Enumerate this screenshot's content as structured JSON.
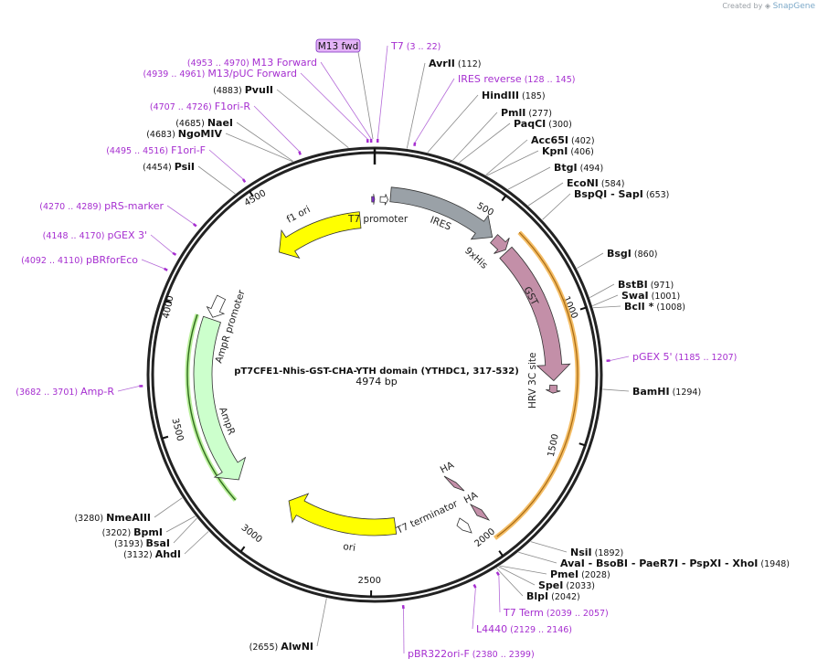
{
  "header": {
    "created_by": "Created by",
    "brand": "SnapGene"
  },
  "plasmid": {
    "name": "pT7CFE1-Nhis-GST-CHA-YTH domain (YTHDC1, 317-532)",
    "size_label": "4974 bp",
    "length": 4974
  },
  "highlight_primer": "M13 fwd",
  "ticks": [
    "500",
    "1000",
    "1500",
    "2000",
    "2500",
    "3000",
    "3500",
    "4000",
    "4500"
  ],
  "sites": [
    {
      "name": "AvrII",
      "pos": "(112)"
    },
    {
      "name": "HindIII",
      "pos": "(185)"
    },
    {
      "name": "PmlI",
      "pos": "(277)"
    },
    {
      "name": "PaqCI",
      "pos": "(300)"
    },
    {
      "name": "Acc65I",
      "pos": "(402)"
    },
    {
      "name": "KpnI",
      "pos": "(406)"
    },
    {
      "name": "BtgI",
      "pos": "(494)"
    },
    {
      "name": "EcoNI",
      "pos": "(584)"
    },
    {
      "name": "BspQI - SapI",
      "pos": "(653)"
    },
    {
      "name": "BsgI",
      "pos": "(860)"
    },
    {
      "name": "BstBI",
      "pos": "(971)"
    },
    {
      "name": "SwaI",
      "pos": "(1001)"
    },
    {
      "name": "BclI *",
      "pos": "(1008)"
    },
    {
      "name": "BamHI",
      "pos": "(1294)"
    },
    {
      "name": "NsiI",
      "pos": "(1892)"
    },
    {
      "name": "AvaI - BsoBI - PaeR7I - PspXI - XhoI",
      "pos": "(1948)"
    },
    {
      "name": "PmeI",
      "pos": "(2028)"
    },
    {
      "name": "SpeI",
      "pos": "(2033)"
    },
    {
      "name": "BlpI",
      "pos": "(2042)"
    },
    {
      "name": "AlwNI",
      "pos": "(2655)"
    },
    {
      "name": "AhdI",
      "pos": "(3132)"
    },
    {
      "name": "BsaI",
      "pos": "(3193)"
    },
    {
      "name": "BpmI",
      "pos": "(3202)"
    },
    {
      "name": "NmeAIII",
      "pos": "(3280)"
    },
    {
      "name": "PsiI",
      "pos": "(4454)"
    },
    {
      "name": "NgoMIV",
      "pos": "(4683)"
    },
    {
      "name": "NaeI",
      "pos": "(4685)"
    },
    {
      "name": "PvuII",
      "pos": "(4883)"
    }
  ],
  "primers": [
    {
      "name": "T7",
      "pos": "(3 .. 22)"
    },
    {
      "name": "IRES reverse",
      "pos": "(128 .. 145)"
    },
    {
      "name": "pGEX 5'",
      "pos": "(1185 .. 1207)"
    },
    {
      "name": "T7 Term",
      "pos": "(2039 .. 2057)"
    },
    {
      "name": "L4440",
      "pos": "(2129 .. 2146)"
    },
    {
      "name": "pBR322ori-F",
      "pos": "(2380 .. 2399)"
    },
    {
      "name": "Amp-R",
      "pos": "(3682 .. 3701)"
    },
    {
      "name": "pBRforEco",
      "pos": "(4092 .. 4110)"
    },
    {
      "name": "pGEX 3'",
      "pos": "(4148 .. 4170)"
    },
    {
      "name": "pRS-marker",
      "pos": "(4270 .. 4289)"
    },
    {
      "name": "F1ori-F",
      "pos": "(4495 .. 4516)"
    },
    {
      "name": "F1ori-R",
      "pos": "(4707 .. 4726)"
    },
    {
      "name": "M13/pUC Forward",
      "pos": "(4939 .. 4961)"
    },
    {
      "name": "M13 Forward",
      "pos": "(4953 .. 4970)"
    }
  ],
  "features": [
    {
      "name": "T7 promoter"
    },
    {
      "name": "IRES"
    },
    {
      "name": "9xHis"
    },
    {
      "name": "GST"
    },
    {
      "name": "HRV 3C site"
    },
    {
      "name": "HA"
    },
    {
      "name": "HA"
    },
    {
      "name": "T7 terminator"
    },
    {
      "name": "ori"
    },
    {
      "name": "AmpR"
    },
    {
      "name": "AmpR promoter"
    },
    {
      "name": "f1 ori"
    }
  ],
  "colors": {
    "backbone": "#222222",
    "primer": "#a62fd0",
    "ires": "#9aa1a7",
    "tag": "#c38fa8",
    "ori": "#ffff00",
    "ampr": "#ccffcc",
    "orf_highlight": "#f2b24a",
    "ampr_orf": "#4e8f2c"
  }
}
